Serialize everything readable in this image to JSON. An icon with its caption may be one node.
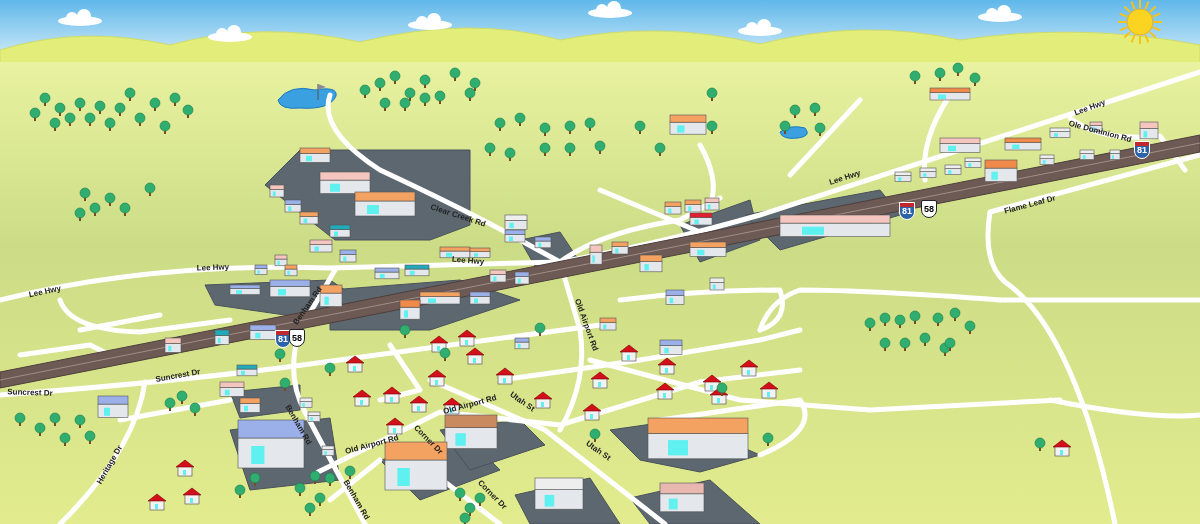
{
  "diagram": {
    "labels": [
      "Lee Hwy",
      "Ole Dominion Rd",
      "81",
      "Lee Hwy",
      "81",
      "58",
      "Flame Leaf Dr",
      "Clear Creek Rd",
      "Lee Hwy",
      "Lee Hwy",
      "Lee Hwy",
      "Benham Rd",
      "Old Airport Rd",
      "81",
      "58",
      "Suncrest Dr",
      "Suncrest Dr",
      "Old Airport Rd",
      "Utah St",
      "Benham Rd",
      "Old Airport Rd",
      "Corner Dr",
      "Utah St",
      "Heritage Dr",
      "Benham Rd",
      "Corner Dr"
    ]
  }
}
